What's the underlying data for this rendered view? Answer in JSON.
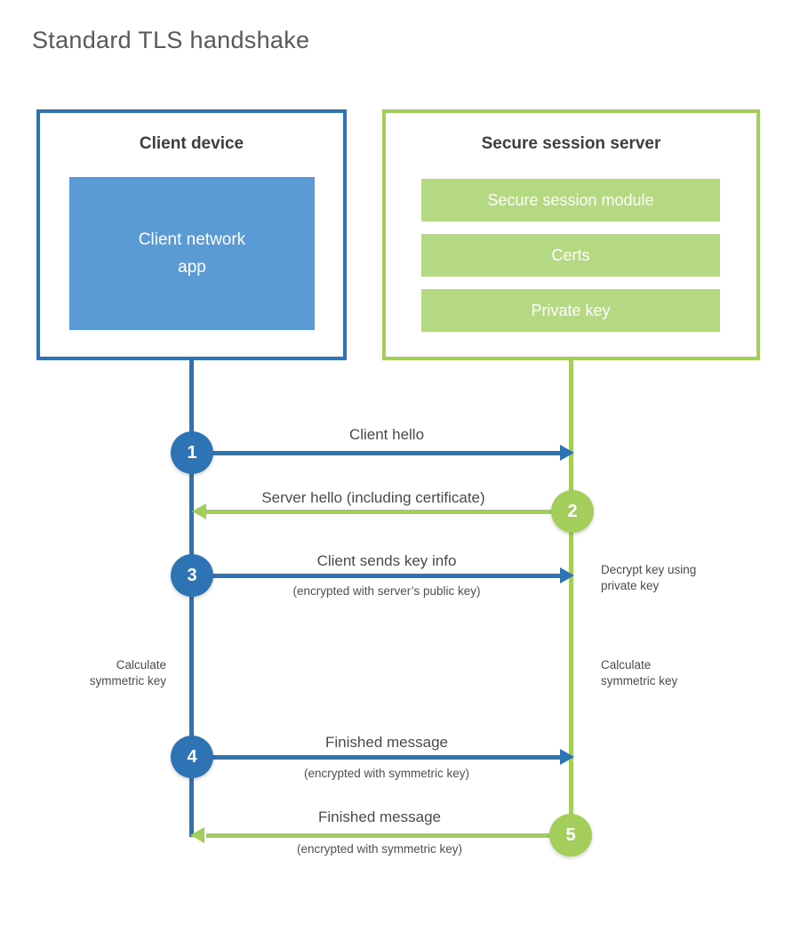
{
  "title": "Standard TLS handshake",
  "colors": {
    "blue": "#2e74b5",
    "blue_fill": "#5b9bd5",
    "green": "#a3ce5c",
    "green_fill": "#b5d983"
  },
  "client": {
    "title": "Client device",
    "app_label": "Client network\napp"
  },
  "server": {
    "title": "Secure session server",
    "modules": [
      "Secure session module",
      "Certs",
      "Private key"
    ]
  },
  "steps": [
    {
      "num": "1",
      "label": "Client hello",
      "sub": "",
      "direction": "client-to-server",
      "color": "blue"
    },
    {
      "num": "2",
      "label": "Server hello (including certificate)",
      "sub": "",
      "direction": "server-to-client",
      "color": "green"
    },
    {
      "num": "3",
      "label": "Client sends key info",
      "sub": "(encrypted with server’s public key)",
      "direction": "client-to-server",
      "color": "blue"
    },
    {
      "num": "4",
      "label": "Finished message",
      "sub": "(encrypted with symmetric key)",
      "direction": "client-to-server",
      "color": "blue"
    },
    {
      "num": "5",
      "label": "Finished message",
      "sub": "(encrypted with symmetric key)",
      "direction": "server-to-client",
      "color": "green"
    }
  ],
  "notes": {
    "decrypt": "Decrypt key using\nprivate key",
    "calc_left": "Calculate\nsymmetric key",
    "calc_right": "Calculate\nsymmetric key"
  }
}
